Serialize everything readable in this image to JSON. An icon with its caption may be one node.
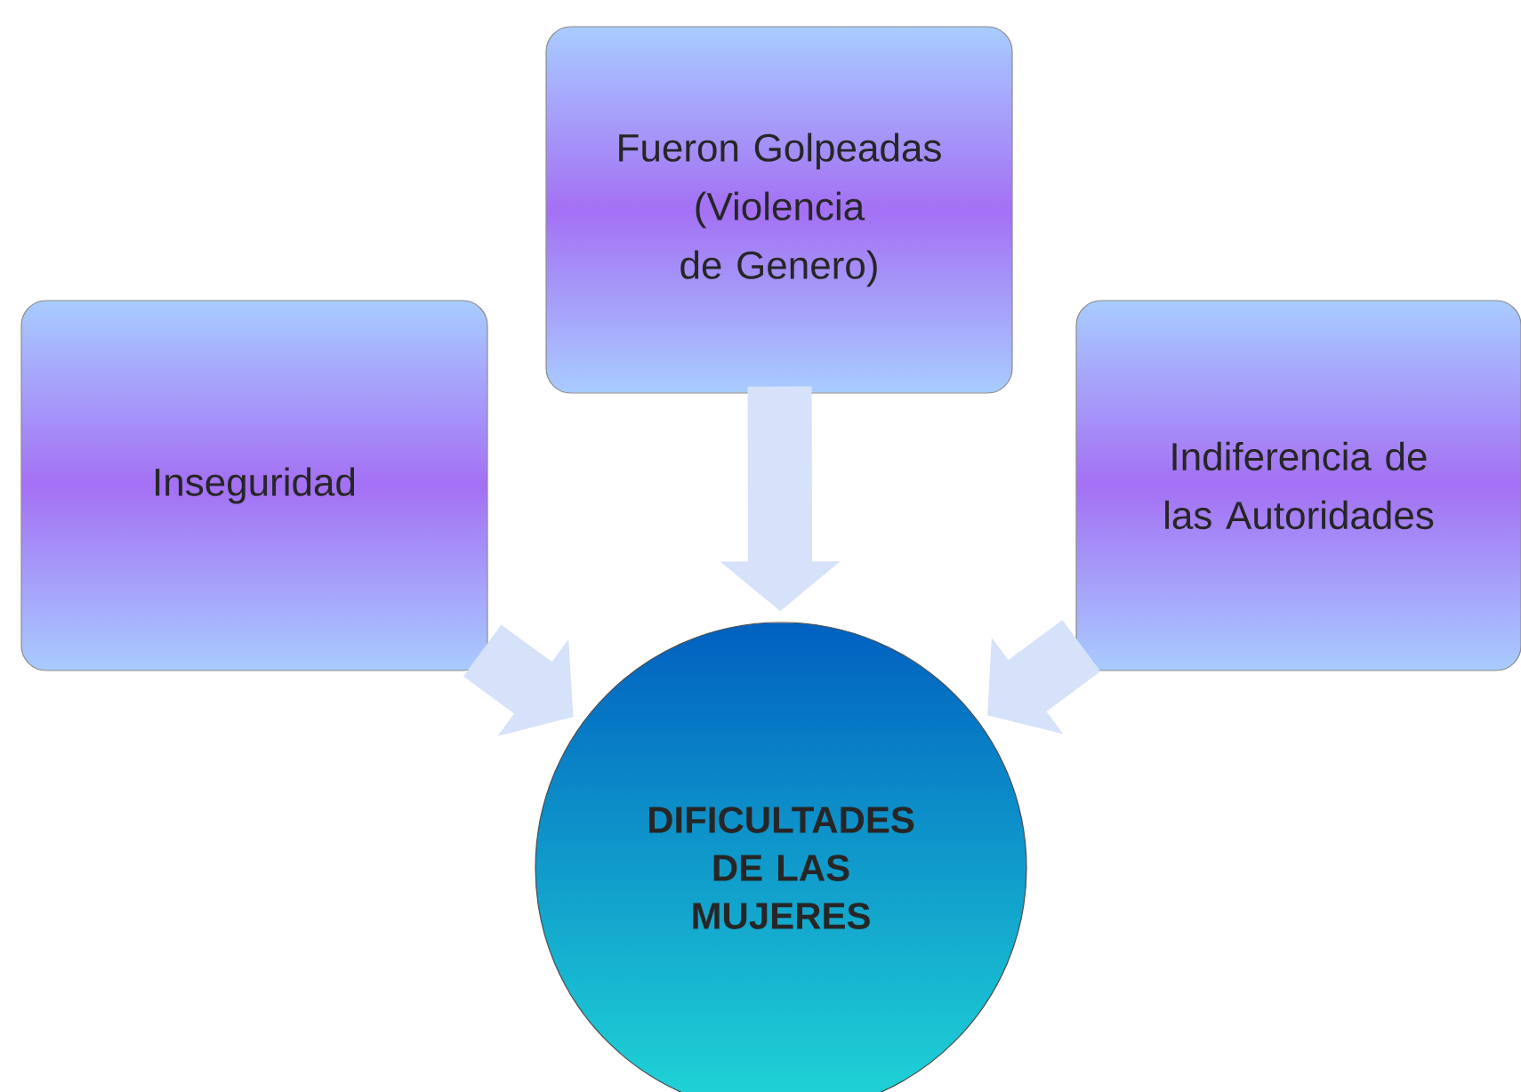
{
  "diagram": {
    "nodes": [
      {
        "text": [
          "Fueron Golpeadas (Violencia de Genero)"
        ]
      },
      {
        "text": [
          "Inseguridad"
        ]
      },
      {
        "text": [
          "Indiferencia de las Autoridades"
        ]
      },
      {
        "text": [
          "DIFICULTADES DE LAS MUJERES"
        ]
      }
    ],
    "edges": [
      {
        "from": 0,
        "to": 3,
        "arrow": "to"
      },
      {
        "from": 1,
        "to": 3,
        "arrow": "to"
      },
      {
        "from": 2,
        "to": 3,
        "arrow": "to"
      }
    ]
  }
}
